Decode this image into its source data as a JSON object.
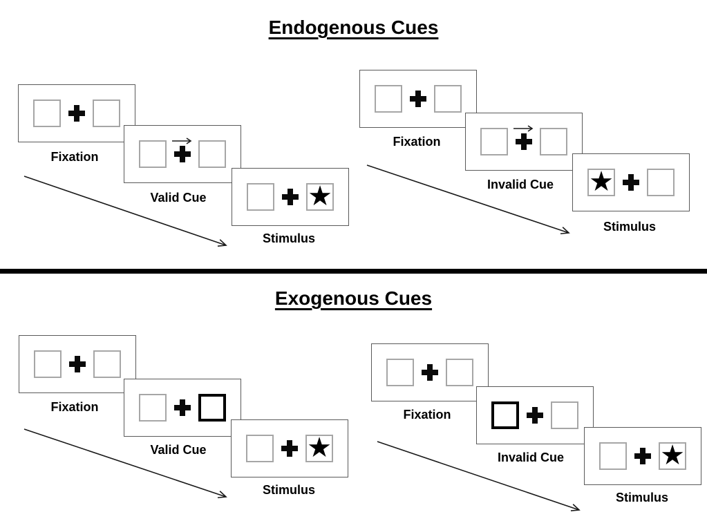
{
  "colors": {
    "background": "#ffffff",
    "panel_border": "#595959",
    "box_border": "#a6a6a6",
    "cue_box_border": "#000000",
    "ink": "#000000",
    "divider": "#000000"
  },
  "symbols": {
    "star": "★"
  },
  "sections": [
    {
      "title": "Endogenous Cues",
      "groups": [
        {
          "name": "valid-trial",
          "panels": [
            {
              "label": "Fixation"
            },
            {
              "label": "Valid Cue"
            },
            {
              "label": "Stimulus"
            }
          ]
        },
        {
          "name": "invalid-trial",
          "panels": [
            {
              "label": "Fixation"
            },
            {
              "label": "Invalid Cue"
            },
            {
              "label": "Stimulus"
            }
          ]
        }
      ]
    },
    {
      "title": "Exogenous Cues",
      "groups": [
        {
          "name": "valid-trial",
          "panels": [
            {
              "label": "Fixation"
            },
            {
              "label": "Valid Cue"
            },
            {
              "label": "Stimulus"
            }
          ]
        },
        {
          "name": "invalid-trial",
          "panels": [
            {
              "label": "Fixation"
            },
            {
              "label": "Invalid Cue"
            },
            {
              "label": "Stimulus"
            }
          ]
        }
      ]
    }
  ]
}
